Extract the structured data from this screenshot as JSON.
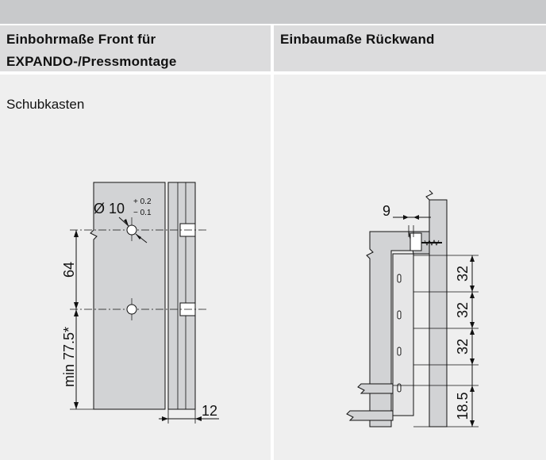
{
  "header": {
    "left_title_line1": "Einbohrmaße Front für",
    "left_title_line2": "EXPANDO-/Pressmontage",
    "right_title": "Einbaumaße Rückwand"
  },
  "left_panel": {
    "label": "Schubkasten",
    "dim_diameter": "Ø 10",
    "tol_plus": "+ 0.2",
    "tol_minus": "− 0.1",
    "dim_64": "64",
    "dim_min": "min 77.5*",
    "dim_12": "12"
  },
  "right_panel": {
    "dim_9": "9",
    "dim_32a": "32",
    "dim_32b": "32",
    "dim_32c": "32",
    "dim_18_5": "18.5"
  },
  "colors": {
    "topbar": "#c8c9cb",
    "header_bg": "#dcdcdd",
    "panel_bg": "#efefef",
    "part_fill": "#d2d3d5",
    "line": "#111111"
  }
}
